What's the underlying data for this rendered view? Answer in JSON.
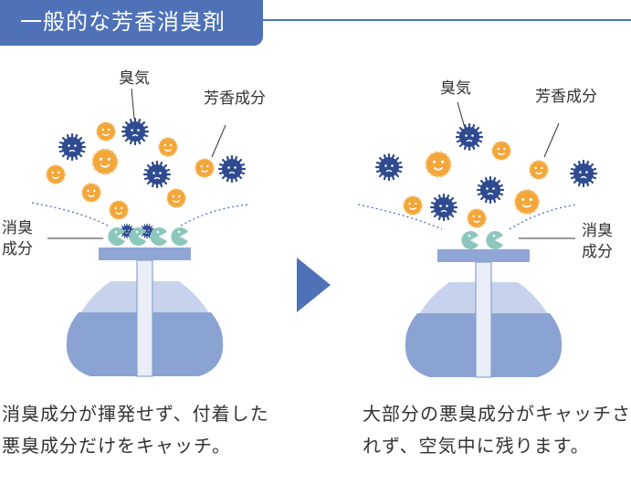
{
  "header": {
    "title": "一般的な芳香消臭剤"
  },
  "left_panel": {
    "odor_label": "臭気",
    "fragrance_label": "芳香成分",
    "deodorant_label_line1": "消臭",
    "deodorant_label_line2": "成分",
    "caption": "消臭成分が揮発せず、付着した悪臭成分だけをキャッチ。"
  },
  "right_panel": {
    "odor_label": "臭気",
    "fragrance_label": "芳香成分",
    "deodorant_label_line1": "消臭",
    "deodorant_label_line2": "成分",
    "caption": "大部分の悪臭成分がキャッチされず、空気中に残ります。"
  },
  "colors": {
    "accent": "#4e71b8",
    "odor": "#2f4a8f",
    "fragrance": "#f3a73a",
    "catcher": "#8cc7bd",
    "bottle_upper": "#c7d2ec",
    "bottle_lower": "#8aa3d3",
    "tube": "#e9eef8",
    "cap": "#90a6d5"
  },
  "icons": [
    "odor-germ-icon",
    "fragrance-smiley-icon",
    "deodorant-catcher-icon",
    "arrow-right-icon"
  ]
}
